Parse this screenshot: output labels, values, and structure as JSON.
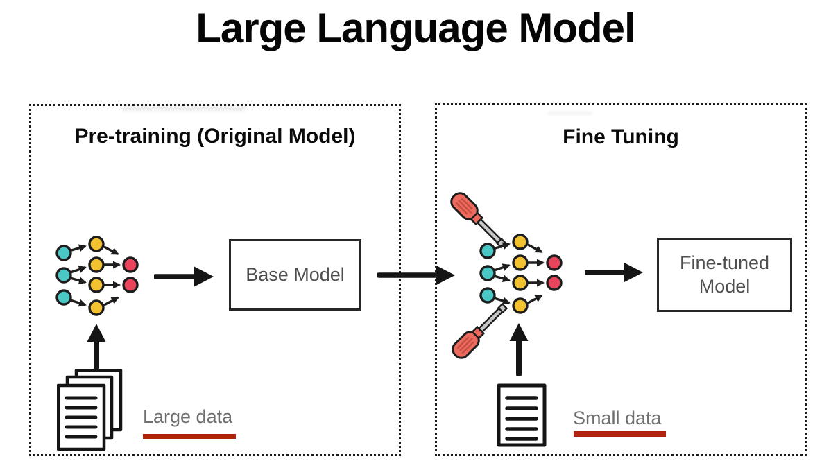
{
  "title": "Large Language Model",
  "panels": [
    {
      "id": "pretraining",
      "title": "Pre-training (Original Model)",
      "model_box": "Base Model",
      "data_label": "Large data"
    },
    {
      "id": "fine-tuning",
      "title": "Fine Tuning",
      "model_box": "Fine-tuned Model",
      "data_label": "Small data"
    }
  ],
  "icons": {
    "network": "neural-network-icon",
    "documents_stack": "documents-stack-icon",
    "document": "document-icon",
    "screwdriver": "screwdriver-icon",
    "arrow_right": "arrow-right-icon",
    "arrow_up": "arrow-up-icon"
  },
  "colors": {
    "node_teal": "#4BC8C6",
    "node_yellow": "#F2C230",
    "node_red": "#E8455C",
    "outline": "#1D1D1D",
    "underline_red": "#B2230F",
    "screwdriver_handle": "#ED6A5E",
    "screwdriver_stripe": "#C44D41",
    "screwdriver_shaft": "#C6C6C6",
    "label_gray": "#6E6E6E"
  }
}
